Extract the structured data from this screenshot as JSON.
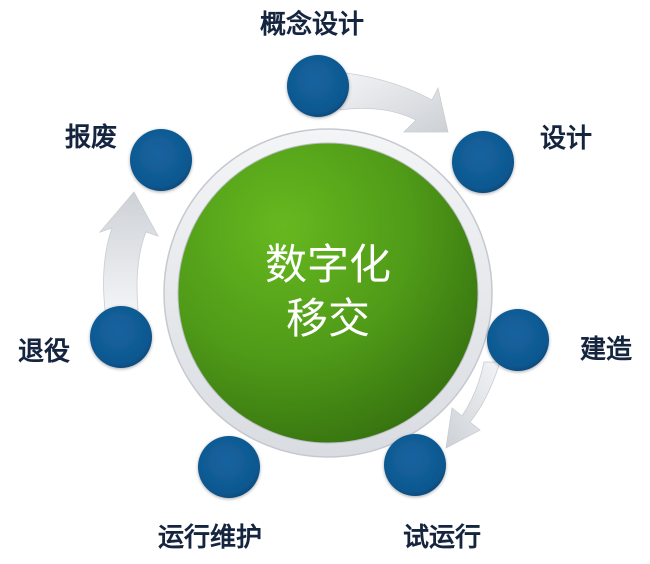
{
  "diagram": {
    "center": {
      "line1": "数字化",
      "line2": "移交",
      "fill_light": "#62b41e",
      "fill_dark": "#3a7a14",
      "ring_color": "#e6e8ec"
    },
    "node_color": "#0f5a94",
    "node_color_dark": "#0b4677",
    "arrow_color": "#dfe2e6",
    "label_color": "#15253f",
    "stages": [
      {
        "id": "concept-design",
        "label": "概念设计"
      },
      {
        "id": "design",
        "label": "设计"
      },
      {
        "id": "construction",
        "label": "建造"
      },
      {
        "id": "trial-operation",
        "label": "试运行"
      },
      {
        "id": "operation-maintenance",
        "label": "运行维护"
      },
      {
        "id": "decommission",
        "label": "退役"
      },
      {
        "id": "scrap",
        "label": "报废"
      }
    ],
    "flow_arrows": [
      {
        "from": "概念设计",
        "to": "设计"
      },
      {
        "from": "建造",
        "to": "试运行"
      },
      {
        "from": "退役",
        "to": "报废"
      }
    ]
  }
}
